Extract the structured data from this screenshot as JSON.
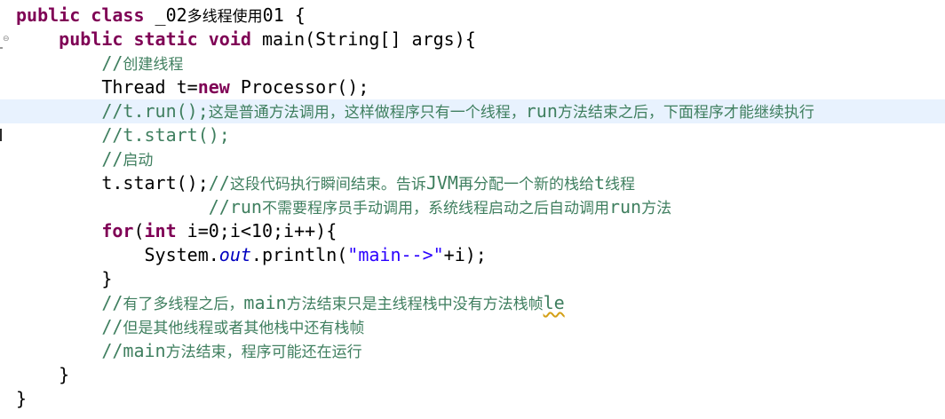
{
  "editor": {
    "lines": [
      {
        "parts": [
          {
            "t": "public class ",
            "c": "kw"
          },
          {
            "t": "_02",
            "c": ""
          },
          {
            "t": "多线程使用",
            "c": "zh"
          },
          {
            "t": "01 {",
            "c": ""
          }
        ]
      },
      {
        "parts": [
          {
            "t": "    ",
            "c": ""
          },
          {
            "t": "public static void ",
            "c": "kw"
          },
          {
            "t": "main(String[] args){",
            "c": ""
          }
        ]
      },
      {
        "parts": [
          {
            "t": "        ",
            "c": ""
          },
          {
            "t": "//",
            "c": "cm"
          },
          {
            "t": "创建线程",
            "c": "cm zh"
          }
        ]
      },
      {
        "parts": [
          {
            "t": "        Thread t=",
            "c": ""
          },
          {
            "t": "new ",
            "c": "kw"
          },
          {
            "t": "Processor();",
            "c": ""
          }
        ]
      },
      {
        "parts": [
          {
            "t": "        ",
            "c": ""
          },
          {
            "t": "//t.run();",
            "c": "cm"
          },
          {
            "t": "这是普通方法调用，这样做程序只有一个线程，",
            "c": "cm zh"
          },
          {
            "t": "run",
            "c": "cm"
          },
          {
            "t": "方法结束之后，下面程序才能继续执行",
            "c": "cm zh"
          }
        ]
      },
      {
        "parts": [
          {
            "t": "        ",
            "c": ""
          },
          {
            "t": "//t.start();",
            "c": "cm"
          }
        ]
      },
      {
        "parts": [
          {
            "t": "        ",
            "c": ""
          },
          {
            "t": "//",
            "c": "cm"
          },
          {
            "t": "启动",
            "c": "cm zh"
          }
        ]
      },
      {
        "parts": [
          {
            "t": "        t.start();",
            "c": ""
          },
          {
            "t": "//",
            "c": "cm"
          },
          {
            "t": "这段代码执行瞬间结束。告诉",
            "c": "cm zh"
          },
          {
            "t": "JVM",
            "c": "cm"
          },
          {
            "t": "再分配一个新的栈给",
            "c": "cm zh"
          },
          {
            "t": "t",
            "c": "cm"
          },
          {
            "t": "线程",
            "c": "cm zh"
          }
        ]
      },
      {
        "parts": [
          {
            "t": "                  ",
            "c": ""
          },
          {
            "t": "//run",
            "c": "cm"
          },
          {
            "t": "不需要程序员手动调用，系统线程启动之后自动调用",
            "c": "cm zh"
          },
          {
            "t": "run",
            "c": "cm"
          },
          {
            "t": "方法",
            "c": "cm zh"
          }
        ]
      },
      {
        "parts": [
          {
            "t": "        ",
            "c": ""
          },
          {
            "t": "for",
            "c": "kw"
          },
          {
            "t": "(",
            "c": ""
          },
          {
            "t": "int ",
            "c": "kw"
          },
          {
            "t": "i=0;i<10;i++){",
            "c": ""
          }
        ]
      },
      {
        "parts": [
          {
            "t": "            System.",
            "c": ""
          },
          {
            "t": "out",
            "c": "field"
          },
          {
            "t": ".println(",
            "c": ""
          },
          {
            "t": "\"main-->\"",
            "c": "str"
          },
          {
            "t": "+i);",
            "c": ""
          }
        ]
      },
      {
        "parts": [
          {
            "t": "        }",
            "c": ""
          }
        ]
      },
      {
        "parts": [
          {
            "t": "        ",
            "c": ""
          },
          {
            "t": "//",
            "c": "cm"
          },
          {
            "t": "有了多线程之后，",
            "c": "cm zh"
          },
          {
            "t": "main",
            "c": "cm"
          },
          {
            "t": "方法结束只是主线程栈中没有方法栈帧",
            "c": "cm zh"
          },
          {
            "t": "le",
            "c": "cm squiggle"
          }
        ]
      },
      {
        "parts": [
          {
            "t": "        ",
            "c": ""
          },
          {
            "t": "//",
            "c": "cm"
          },
          {
            "t": "但是其他线程或者其他栈中还有栈帧",
            "c": "cm zh"
          }
        ]
      },
      {
        "parts": [
          {
            "t": "        ",
            "c": ""
          },
          {
            "t": "//main",
            "c": "cm"
          },
          {
            "t": "方法结束，程序可能还在运行",
            "c": "cm zh"
          }
        ]
      },
      {
        "parts": [
          {
            "t": "    }",
            "c": ""
          }
        ]
      },
      {
        "parts": [
          {
            "t": "}",
            "c": ""
          }
        ]
      }
    ],
    "current_line": 4,
    "fold_markers": [
      1
    ],
    "colors": {
      "keyword": "#7f0055",
      "comment": "#3f7f5f",
      "string": "#2a00ff",
      "field": "#0000c0",
      "current_line_bg": "#e8f2fe"
    }
  }
}
